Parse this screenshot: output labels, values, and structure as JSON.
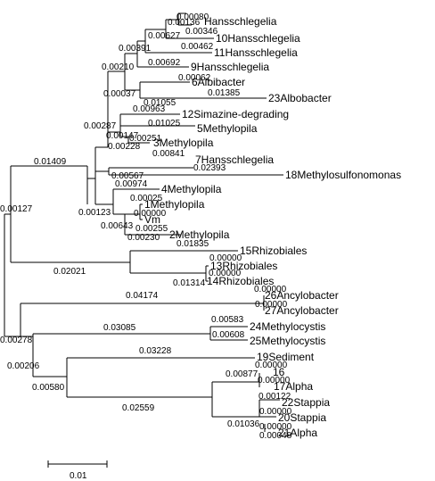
{
  "tree": {
    "leaves": [
      "Hansschlegelia",
      "10Hansschlegelia",
      "11Hansschlegelia",
      "9Hansschlegelia",
      "6Albibacter",
      "23Albobacter",
      "12Simazine-degrading",
      "5Methylopila",
      "3Methylopila",
      "7Hansschlegelia",
      "18Methylosulfonomonas",
      "4Methylopila",
      "1Methylopila",
      "Vm",
      "2Methylopila",
      "15Rhizobiales",
      "13Rhizobiales",
      "14Rhizobiales",
      "26Ancylobacter",
      "27Ancylobacter",
      "24Methylocystis",
      "25Methylocystis",
      "19Sediment",
      "16",
      "17Alpha",
      "22Stappia",
      "20Stappia",
      "21Alpha"
    ],
    "branch_lengths": [
      "0.00080",
      "0.00136",
      "0.00346",
      "0.00627",
      "0.00462",
      "0.00391",
      "0.00692",
      "0.00062",
      "0.00210",
      "0.01385",
      "0.00037",
      "0.01055",
      "0.00963",
      "0.01025",
      "0.00287",
      "0.00251",
      "0.00147",
      "0.00228",
      "0.00841",
      "0.02393",
      "0.01409",
      "0.00567",
      "0.00974",
      "0.00025",
      "0.00123",
      "0.00000",
      "0.00643",
      "0.00255",
      "0.00230",
      "0.01835",
      "0.00127",
      "0.00000",
      "0.00000",
      "0.02021",
      "0.01314",
      "0.04174",
      "0.00000",
      "0.00000",
      "0.03085",
      "0.00583",
      "0.00608",
      "0.00278",
      "0.03228",
      "0.00206",
      "0.00000",
      "0.00877",
      "0.00000",
      "0.00580",
      "0.00122",
      "0.02559",
      "0.00000",
      "0.01036",
      "0.00000",
      "0.00048"
    ],
    "scale_bar": "0.01"
  }
}
